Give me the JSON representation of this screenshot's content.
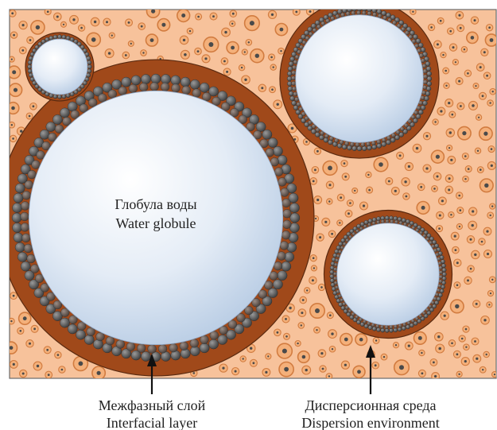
{
  "globule_label": {
    "line1": "Глобула воды",
    "line2": "Water globule"
  },
  "interfacial_label": {
    "line1": "Межфазный слой",
    "line2": "Interfacial layer"
  },
  "dispersion_label": {
    "line1": "Дисперсионная среда",
    "line2": "Dispersion environment"
  },
  "colors": {
    "medium": "#f7c29b",
    "shell": "#a0491a",
    "shell_edge": "#5a2a10",
    "water_center": "#ffffff",
    "water_edge": "#b8cce4",
    "particle_ring": "#d27c40",
    "particle_dot": "#4a4a4a"
  }
}
